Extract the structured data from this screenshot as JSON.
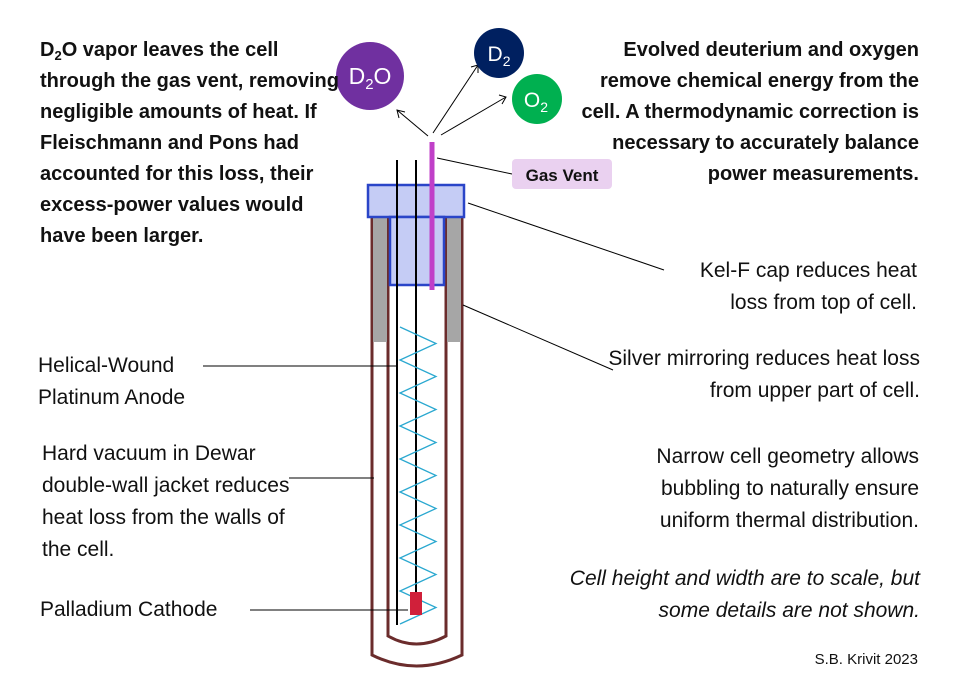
{
  "left_note": {
    "pre": "D",
    "sub": "2",
    "rest": "O vapor leaves the cell through the gas vent, removing negligible amounts of heat. If Fleischmann and Pons had accounted for this loss, their excess-power values would have been larger."
  },
  "right_note": "Evolved deuterium and oxygen remove chemical energy from the cell. A thermodynamic correction is necessary to accurately balance power measurements.",
  "molecules": {
    "d2o": {
      "pre": "D",
      "sub": "2",
      "post": "O",
      "color": "#7030a0"
    },
    "d2": {
      "pre": "D",
      "sub": "2",
      "post": "",
      "color": "#002060"
    },
    "o2": {
      "pre": "O",
      "sub": "2",
      "post": "",
      "color": "#00b050"
    }
  },
  "gas_vent": {
    "label": "Gas Vent",
    "bg": "#ead1f0",
    "tube_color": "#c040c8"
  },
  "labels": {
    "kelf": "Kel-F cap reduces heat loss from top of cell.",
    "silver": "Silver mirroring reduces heat loss from upper part of cell.",
    "anode": "Helical-Wound Platinum Anode",
    "vacuum": "Hard vacuum in Dewar double-wall jacket reduces heat loss from the walls of the cell.",
    "narrow": "Narrow cell geometry allows bubbling to naturally ensure uniform thermal distribution.",
    "cathode": "Palladium Cathode",
    "scale": "Cell height and width are to scale, but some details are not shown."
  },
  "credit": "S.B. Krivit 2023",
  "colors": {
    "dewar": "#6b2c2c",
    "cap_fill": "#c5ccf5",
    "cap_stroke": "#2a45c8",
    "mirror": "#a6a6a6",
    "helix": "#2aa8d0",
    "cathode": "#d0203a"
  }
}
